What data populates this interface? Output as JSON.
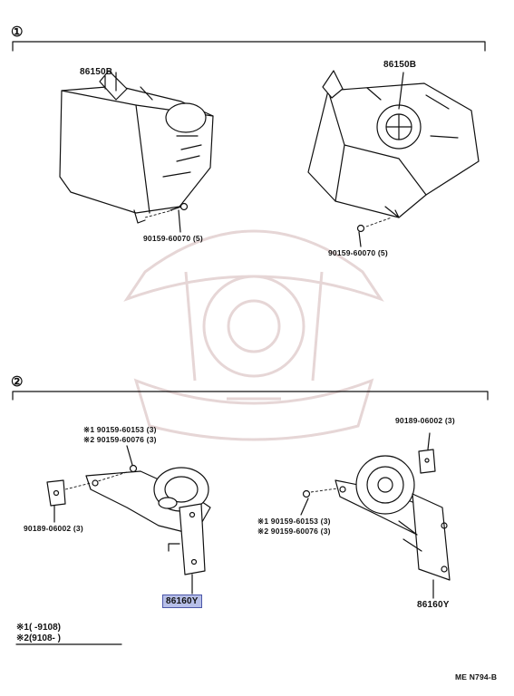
{
  "section1": {
    "marker": "①",
    "upper_left_label": "86150B",
    "upper_right_label": "86150B",
    "bolt_left": "90159-60070 (5)",
    "bolt_right": "90159-60070 (5)"
  },
  "section2": {
    "marker": "②",
    "left_bolt_line1": "※1 90159-60153 (3)",
    "left_bolt_line2": "※2 90159-60076 (3)",
    "left_clip": "90189-06002 (3)",
    "right_clip": "90189-06002 (3)",
    "right_bolt_line1": "※1 90159-60153 (3)",
    "right_bolt_line2": "※2 90159-60076 (3)",
    "highlighted_part": "86160Y",
    "right_part": "86160Y"
  },
  "legend": {
    "row1": "※1(     -9108)",
    "row2": "※2(9108-     )"
  },
  "diagram_code": "ME N794-B",
  "colors": {
    "highlight_fill": "#b7bfe8",
    "highlight_border": "#4b56a8",
    "watermark": "#e6d6d6"
  }
}
